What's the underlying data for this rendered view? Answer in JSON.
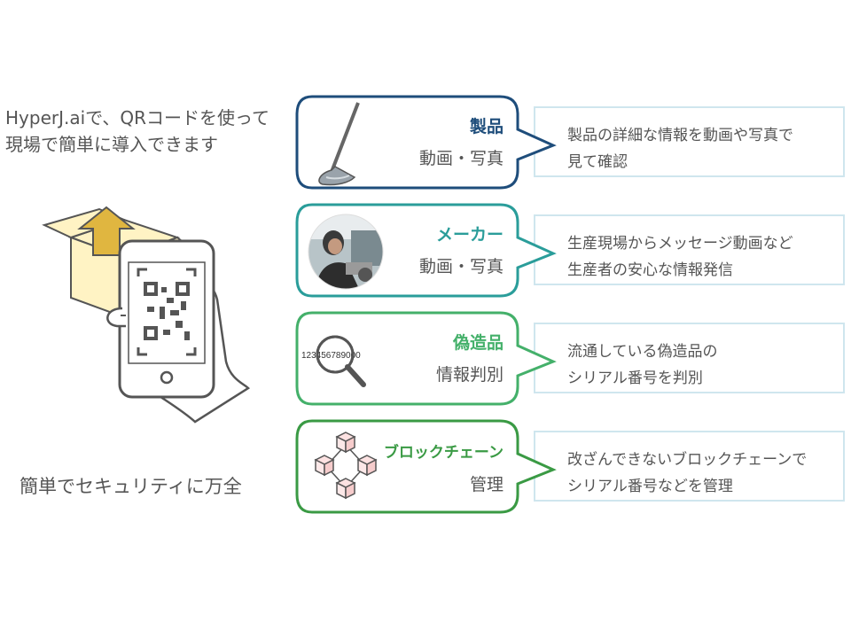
{
  "intro": {
    "line1": "HyperJ.aiで、QRコードを使って",
    "line2": "現場で簡単に導入できます"
  },
  "tagline": "簡単でセキュリティに万全",
  "colors": {
    "navy": "#1e4d7b",
    "teal": "#2a9d9a",
    "green": "#44b06a",
    "green_dark": "#3a9a44",
    "desc_border": "#cfe6ee",
    "box_yellow": "#e0b640",
    "box_light": "#fff3c4"
  },
  "rows": [
    {
      "title": "製品",
      "subtitle": "動画・写真",
      "icon": "golf-club-icon",
      "desc": [
        "製品の詳細な情報を動画や写真で",
        "見て確認"
      ],
      "color": "#1e4d7b"
    },
    {
      "title": "メーカー",
      "subtitle": "動画・写真",
      "icon": "worker-photo-icon",
      "desc": [
        "生産現場からメッセージ動画など",
        "生産者の安心な情報発信"
      ],
      "color": "#2a9d9a"
    },
    {
      "title": "偽造品",
      "subtitle": "情報判別",
      "icon": "magnifier-serial-icon",
      "icon_text": "123456789000",
      "desc": [
        "流通している偽造品の",
        "シリアル番号を判別"
      ],
      "color": "#44b06a"
    },
    {
      "title": "ブロックチェーン",
      "subtitle": "管理",
      "icon": "blockchain-cubes-icon",
      "desc": [
        "改ざんできないブロックチェーンで",
        "シリアル番号などを管理"
      ],
      "color": "#3a9a44"
    }
  ]
}
